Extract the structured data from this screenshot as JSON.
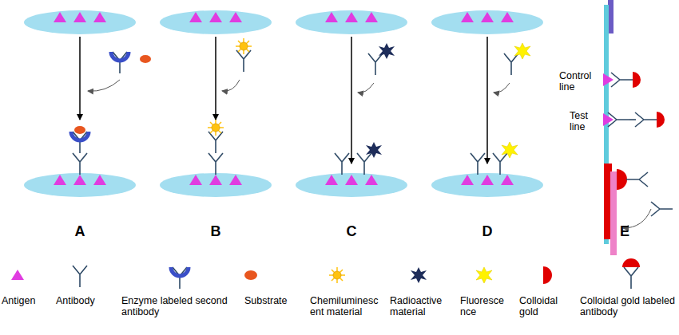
{
  "diagram": {
    "labels": [
      "Control line",
      "Test line",
      "A",
      "B",
      "C",
      "D",
      "E"
    ],
    "legend": [
      {
        "text": "Antigen"
      },
      {
        "text": "Antibody"
      },
      {
        "text": "Enzyme labeled second antibody"
      },
      {
        "text": "Substrate"
      },
      {
        "text": "Chemiluminescent material"
      },
      {
        "text": "Radioactive material"
      },
      {
        "text": "Fluorescence"
      },
      {
        "text": "Colloidal gold"
      },
      {
        "text": "Colloidal gold labeled antibody"
      }
    ]
  }
}
